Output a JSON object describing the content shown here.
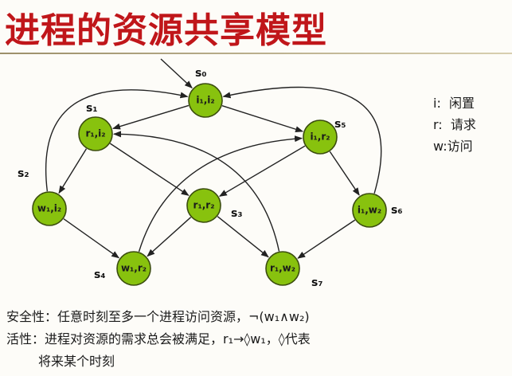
{
  "title": "进程的资源共享模型",
  "diagram": {
    "nodes": [
      {
        "id": "s0",
        "state_label": "s₀",
        "content": "i₁,i₂"
      },
      {
        "id": "s1",
        "state_label": "s₁",
        "content": "r₁,i₂"
      },
      {
        "id": "s5",
        "state_label": "s₅",
        "content": "i₁,r₂"
      },
      {
        "id": "s2",
        "state_label": "s₂",
        "content": "w₁,i₂"
      },
      {
        "id": "s3",
        "state_label": "s₃",
        "content": "r₁,r₂"
      },
      {
        "id": "s6",
        "state_label": "s₆",
        "content": "i₁,w₂"
      },
      {
        "id": "s4",
        "state_label": "s₄",
        "content": "w₁,r₂"
      },
      {
        "id": "s7",
        "state_label": "s₇",
        "content": "r₁,w₂"
      }
    ],
    "edges": [
      [
        "start",
        "s0"
      ],
      [
        "s0",
        "s1"
      ],
      [
        "s0",
        "s5"
      ],
      [
        "s1",
        "s2"
      ],
      [
        "s1",
        "s3"
      ],
      [
        "s5",
        "s3"
      ],
      [
        "s5",
        "s6"
      ],
      [
        "s2",
        "s0"
      ],
      [
        "s6",
        "s0"
      ],
      [
        "s2",
        "s4"
      ],
      [
        "s3",
        "s4"
      ],
      [
        "s3",
        "s7"
      ],
      [
        "s6",
        "s7"
      ],
      [
        "s4",
        "s5"
      ],
      [
        "s7",
        "s1"
      ]
    ]
  },
  "legend": [
    {
      "key": "i:",
      "meaning": "闲置"
    },
    {
      "key": "r:",
      "meaning": "请求"
    },
    {
      "key": "w:",
      "meaning": "访问"
    }
  ],
  "properties": {
    "safety": "安全性：任意时刻至多一个进程访问资源，¬(w₁∧w₂)",
    "liveness": "活性：进程对资源的需求总会被满足，r₁→◊w₁，◊代表",
    "liveness_cont": "将来某个时刻"
  }
}
